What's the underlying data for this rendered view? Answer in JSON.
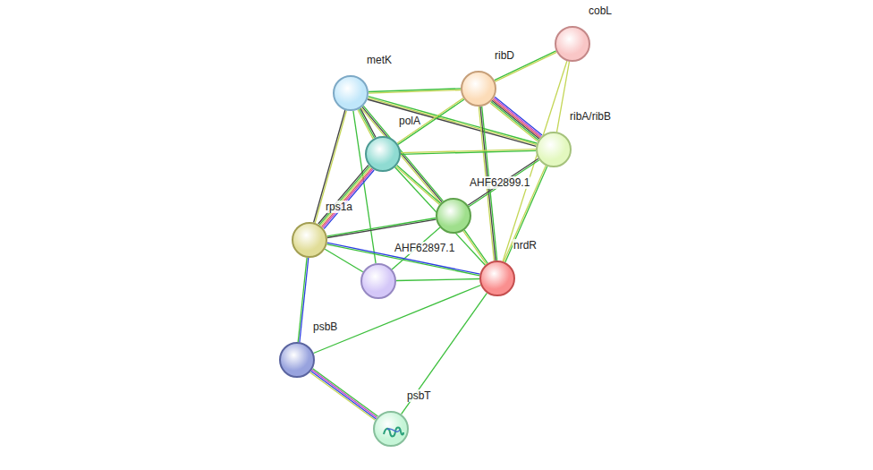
{
  "diagram": {
    "nodes": [
      {
        "text": [
          "cobL"
        ]
      },
      {
        "text": [
          "metK"
        ]
      },
      {
        "text": [
          "ribD"
        ]
      },
      {
        "text": [
          "polA"
        ]
      },
      {
        "text": [
          "ribA/ribB"
        ]
      },
      {
        "text": [
          "AHF62899.1"
        ]
      },
      {
        "text": [
          "rps1a"
        ]
      },
      {
        "text": [
          "AHF62897.1"
        ]
      },
      {
        "text": [
          "nrdR"
        ]
      },
      {
        "text": [
          "psbB"
        ]
      },
      {
        "text": [
          "psbT"
        ]
      }
    ],
    "edges": [
      {
        "from": 1,
        "to": 2,
        "arrow": "none"
      },
      {
        "from": 1,
        "to": 4,
        "arrow": "none"
      },
      {
        "from": 1,
        "to": 3,
        "arrow": "none"
      },
      {
        "from": 1,
        "to": 5,
        "arrow": "none"
      },
      {
        "from": 1,
        "to": 6,
        "arrow": "none"
      },
      {
        "from": 1,
        "to": 7,
        "arrow": "none"
      },
      {
        "from": 2,
        "to": 0,
        "arrow": "none"
      },
      {
        "from": 2,
        "to": 4,
        "arrow": "none"
      },
      {
        "from": 2,
        "to": 3,
        "arrow": "none"
      },
      {
        "from": 2,
        "to": 8,
        "arrow": "none"
      },
      {
        "from": 0,
        "to": 4,
        "arrow": "none"
      },
      {
        "from": 0,
        "to": 8,
        "arrow": "none"
      },
      {
        "from": 4,
        "to": 3,
        "arrow": "none"
      },
      {
        "from": 4,
        "to": 5,
        "arrow": "none"
      },
      {
        "from": 4,
        "to": 8,
        "arrow": "none"
      },
      {
        "from": 3,
        "to": 6,
        "arrow": "none"
      },
      {
        "from": 3,
        "to": 5,
        "arrow": "none"
      },
      {
        "from": 3,
        "to": 8,
        "arrow": "none"
      },
      {
        "from": 5,
        "to": 6,
        "arrow": "none"
      },
      {
        "from": 5,
        "to": 8,
        "arrow": "none"
      },
      {
        "from": 5,
        "to": 7,
        "arrow": "none"
      },
      {
        "from": 6,
        "to": 8,
        "arrow": "none"
      },
      {
        "from": 6,
        "to": 7,
        "arrow": "none"
      },
      {
        "from": 6,
        "to": 9,
        "arrow": "none"
      },
      {
        "from": 7,
        "to": 8,
        "arrow": "none"
      },
      {
        "from": 8,
        "to": 9,
        "arrow": "none"
      },
      {
        "from": 8,
        "to": 10,
        "arrow": "none"
      },
      {
        "from": 9,
        "to": 10,
        "arrow": "none"
      }
    ]
  }
}
